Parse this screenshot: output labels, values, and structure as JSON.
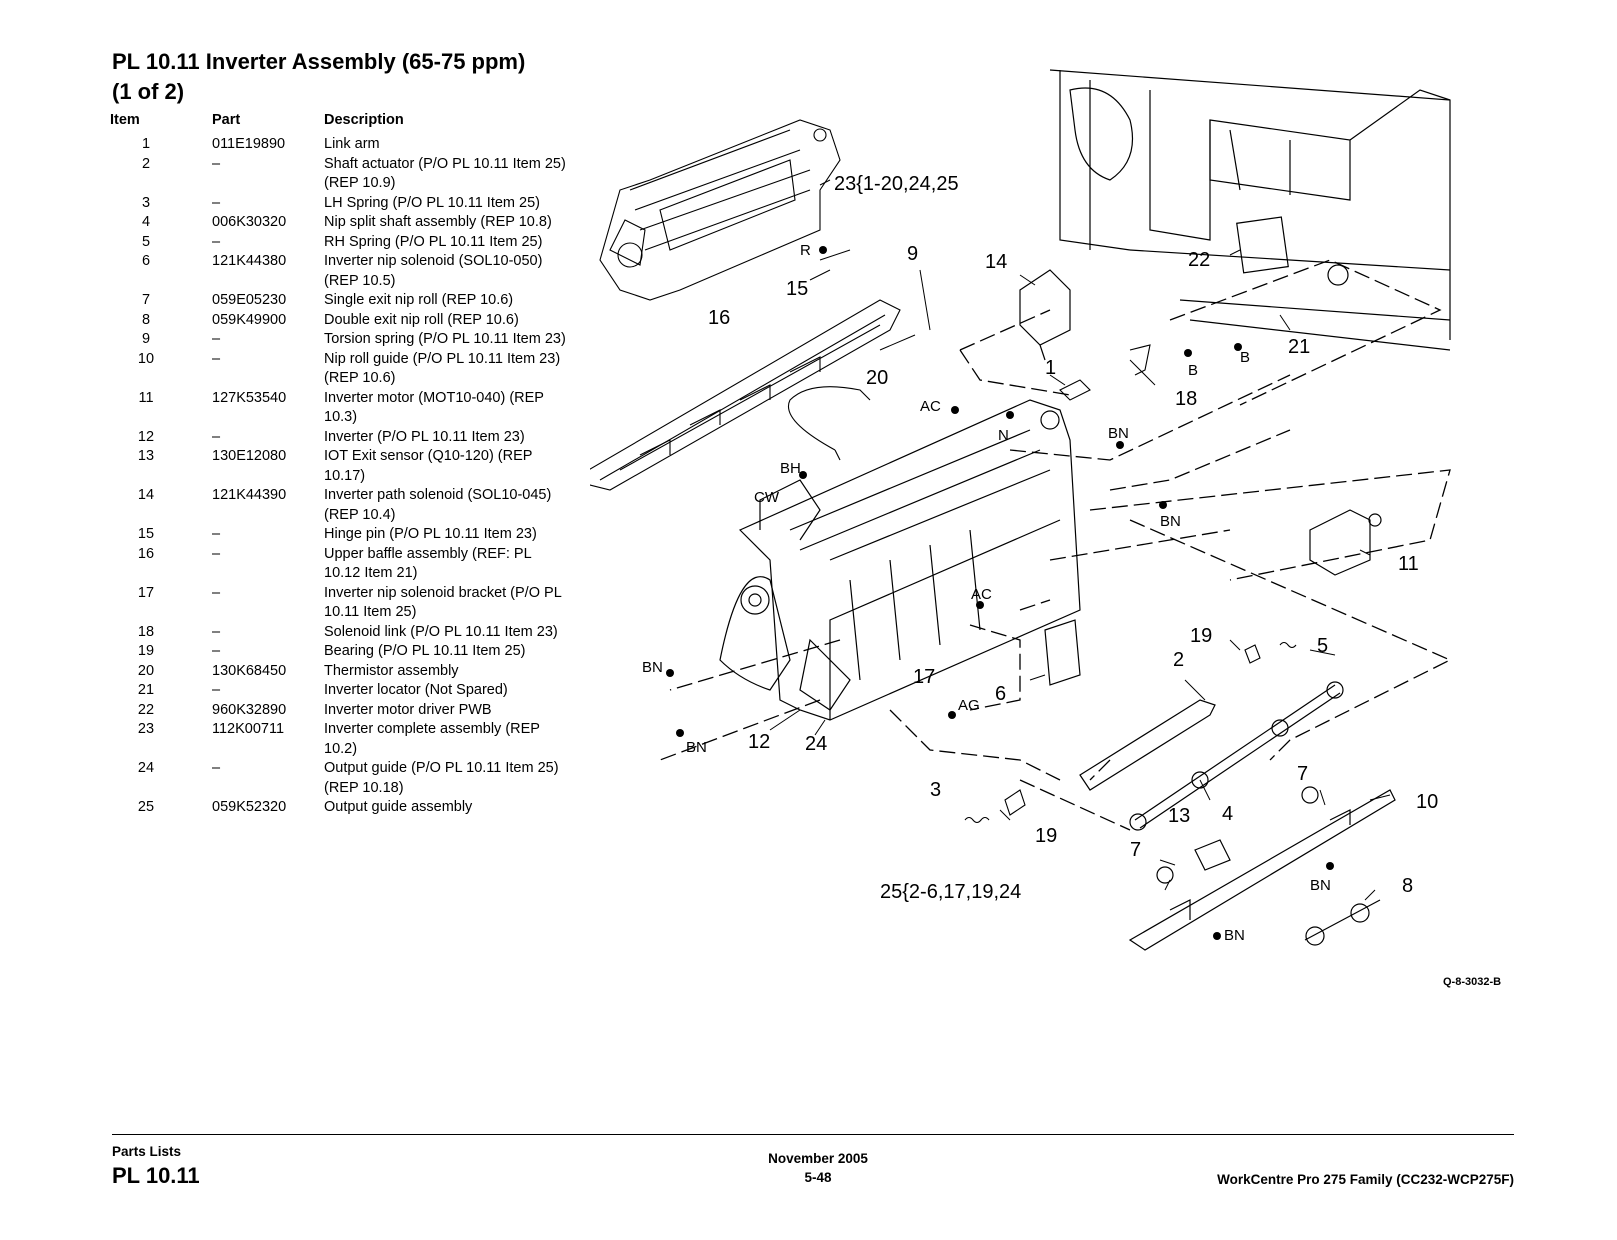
{
  "title": "PL 10.11 Inverter Assembly (65-75 ppm) (1 of 2)",
  "table": {
    "headers": {
      "item": "Item",
      "part": "Part",
      "description": "Description"
    },
    "rows": [
      {
        "item": "1",
        "part": "011E19890",
        "description": "Link arm"
      },
      {
        "item": "2",
        "part": "–",
        "description": "Shaft actuator (P/O PL 10.11 Item 25) (REP 10.9)"
      },
      {
        "item": "3",
        "part": "–",
        "description": "LH Spring (P/O PL 10.11 Item 25)"
      },
      {
        "item": "4",
        "part": "006K30320",
        "description": "Nip split shaft assembly (REP 10.8)"
      },
      {
        "item": "5",
        "part": "–",
        "description": "RH Spring (P/O PL 10.11 Item 25)"
      },
      {
        "item": "6",
        "part": "121K44380",
        "description": "Inverter nip solenoid (SOL10-050) (REP 10.5)"
      },
      {
        "item": "7",
        "part": "059E05230",
        "description": "Single exit nip roll (REP 10.6)"
      },
      {
        "item": "8",
        "part": "059K49900",
        "description": "Double exit nip roll (REP 10.6)"
      },
      {
        "item": "9",
        "part": "–",
        "description": "Torsion spring (P/O PL 10.11 Item 23)"
      },
      {
        "item": "10",
        "part": "–",
        "description": "Nip roll guide (P/O PL 10.11 Item 23) (REP 10.6)"
      },
      {
        "item": "11",
        "part": "127K53540",
        "description": "Inverter motor (MOT10-040) (REP 10.3)"
      },
      {
        "item": "12",
        "part": "–",
        "description": "Inverter (P/O PL 10.11 Item 23)"
      },
      {
        "item": "13",
        "part": "130E12080",
        "description": "IOT Exit sensor (Q10-120) (REP 10.17)"
      },
      {
        "item": "14",
        "part": "121K44390",
        "description": "Inverter path solenoid (SOL10-045) (REP 10.4)"
      },
      {
        "item": "15",
        "part": "–",
        "description": "Hinge pin (P/O PL 10.11 Item 23)"
      },
      {
        "item": "16",
        "part": "–",
        "description": "Upper baffle assembly (REF: PL 10.12 Item 21)"
      },
      {
        "item": "17",
        "part": "–",
        "description": "Inverter nip solenoid bracket (P/O PL 10.11 Item 25)"
      },
      {
        "item": "18",
        "part": "–",
        "description": "Solenoid link (P/O PL 10.11 Item 23)"
      },
      {
        "item": "19",
        "part": "–",
        "description": "Bearing (P/O PL 10.11 Item 25)"
      },
      {
        "item": "20",
        "part": "130K68450",
        "description": "Thermistor assembly"
      },
      {
        "item": "21",
        "part": "–",
        "description": "Inverter locator (Not Spared)"
      },
      {
        "item": "22",
        "part": "960K32890",
        "description": "Inverter motor driver PWB"
      },
      {
        "item": "23",
        "part": "112K00711",
        "description": "Inverter complete assembly (REP 10.2)"
      },
      {
        "item": "24",
        "part": "–",
        "description": "Output guide (P/O PL 10.11 Item 25) (REP 10.18)"
      },
      {
        "item": "25",
        "part": "059K52320",
        "description": "Output guide assembly"
      }
    ]
  },
  "diagram": {
    "callouts": {
      "c23": "23{1-20,24,25",
      "c25": "25{2-6,17,19,24",
      "c1": "1",
      "c2": "2",
      "c3": "3",
      "c4": "4",
      "c5": "5",
      "c6": "6",
      "c7a": "7",
      "c7b": "7",
      "c8": "8",
      "c9": "9",
      "c10": "10",
      "c11": "11",
      "c12": "12",
      "c13": "13",
      "c14": "14",
      "c15": "15",
      "c16": "16",
      "c17": "17",
      "c18": "18",
      "c19a": "19",
      "c19b": "19",
      "c20": "20",
      "c21": "21",
      "c22": "22",
      "c24": "24"
    },
    "refs": {
      "r_R": "R",
      "r_AC1": "AC",
      "r_AC2": "AC",
      "r_N": "N",
      "r_BH": "BH",
      "r_CW": "CW",
      "r_BN1": "BN",
      "r_BN2": "BN",
      "r_BN3": "BN",
      "r_BN4": "BN",
      "r_BN5": "BN",
      "r_BN6": "BN",
      "r_B1": "B",
      "r_B2": "B",
      "r_AG": "AG"
    },
    "figure_code": "Q-8-3032-B"
  },
  "footer": {
    "section": "Parts Lists",
    "pl": "PL 10.11",
    "date": "November 2005",
    "page": "5-48",
    "product": "WorkCentre Pro 275 Family (CC232-WCP275F)"
  }
}
